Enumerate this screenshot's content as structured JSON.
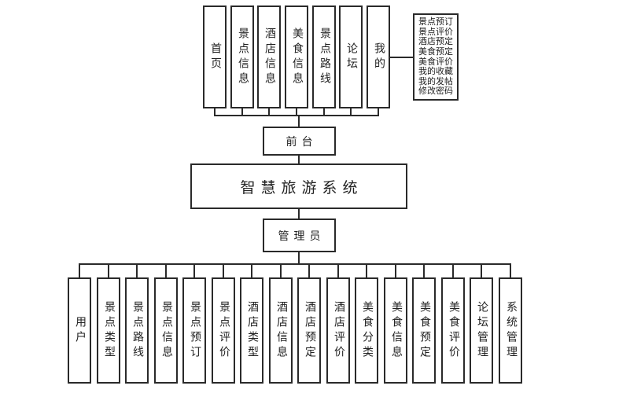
{
  "diagram": {
    "root_title": "智慧旅游系统",
    "front_label": "前台",
    "admin_label": "管理员",
    "front_modules": [
      "首页",
      "景点信息",
      "酒店信息",
      "美食信息",
      "景点路线",
      "论坛",
      "我的"
    ],
    "my_detail_lines": [
      "景点预订",
      "景点评价",
      "酒店预定",
      "美食预定",
      "美食评价",
      "我的收藏",
      "我的发帖",
      "修改密码"
    ],
    "admin_modules": [
      "用户",
      "景点类型",
      "景点路线",
      "景点信息",
      "景点预订",
      "景点评价",
      "酒店类型",
      "酒店信息",
      "酒店预定",
      "酒店评价",
      "美食分类",
      "美食信息",
      "美食预定",
      "美食评价",
      "论坛管理",
      "系统管理"
    ],
    "colors": {
      "line": "#2a2a2a",
      "background": "#ffffff",
      "text": "#222222"
    }
  }
}
